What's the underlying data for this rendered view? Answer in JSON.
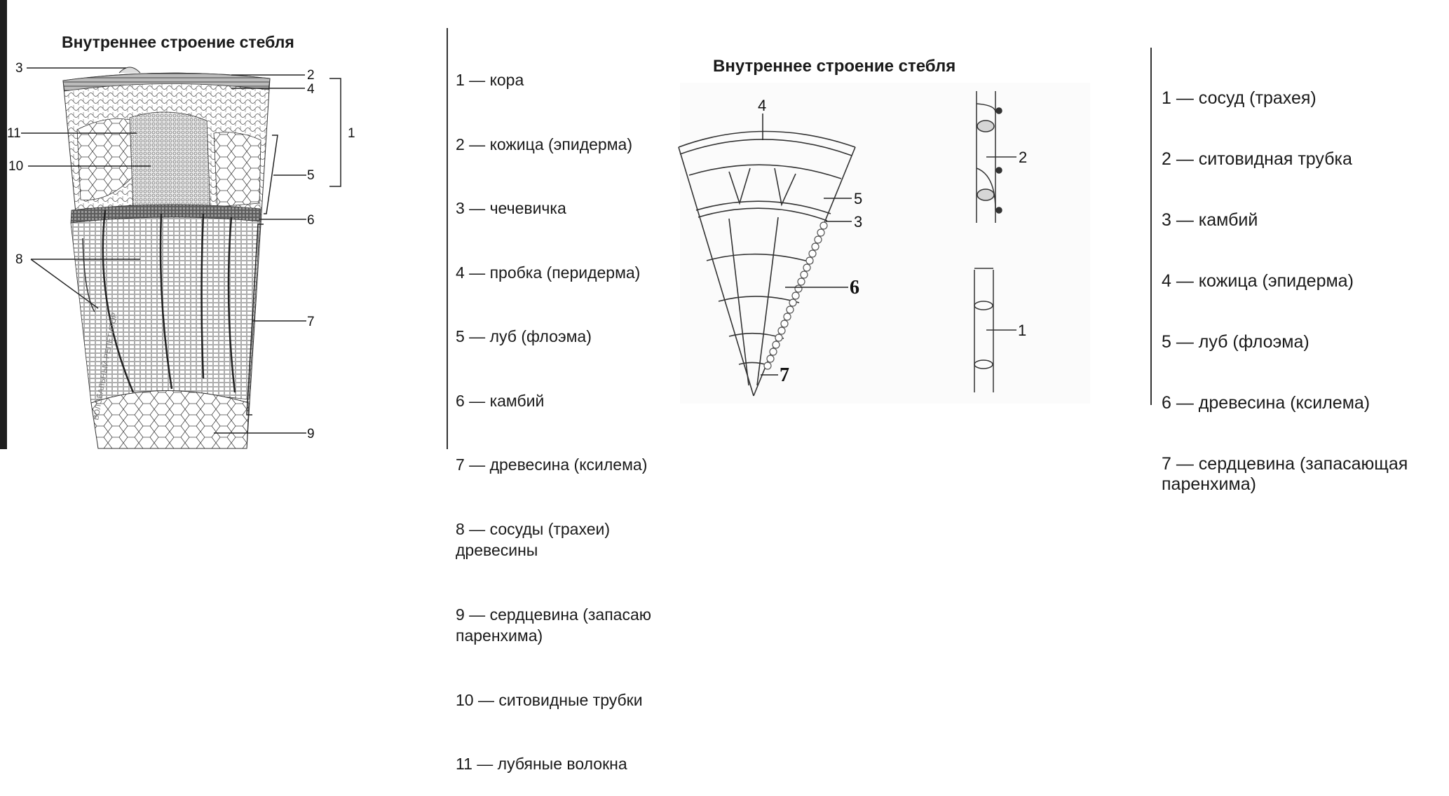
{
  "diagram1": {
    "title": "Внутреннее строение стебля",
    "callouts": [
      "1",
      "2",
      "3",
      "4",
      "5",
      "6",
      "7",
      "8",
      "9",
      "10",
      "11"
    ],
    "watermark": "ВОЛОБАЛЬНЫЙ РЕПЕТИТОР"
  },
  "legend1": [
    "1 — кора",
    "2 — кожица (эпидерма)",
    "3 — чечевичка",
    "4 — пробка (перидерма)",
    "5 — луб (флоэма)",
    "6 — камбий",
    "7 — древесина (ксилема)",
    "8 — сосуды (трахеи)\nдревесины",
    "9 — сердцевина (запасаю\nпаренхима)",
    "10 — ситовидные трубки",
    "11 — лубяные волокна"
  ],
  "diagram2": {
    "title": "Внутреннее строение стебля",
    "callouts": [
      "1",
      "2",
      "3",
      "4",
      "5",
      "6",
      "7"
    ]
  },
  "legend2": [
    "1 — сосуд (трахея)",
    "2 — ситовидная трубка",
    "3 — камбий",
    "4 — кожица (эпидерма)",
    "5 — луб (флоэма)",
    "6 — древесина (ксилема)",
    "7 — сердцевина (запасающая\nпаренхима)"
  ]
}
